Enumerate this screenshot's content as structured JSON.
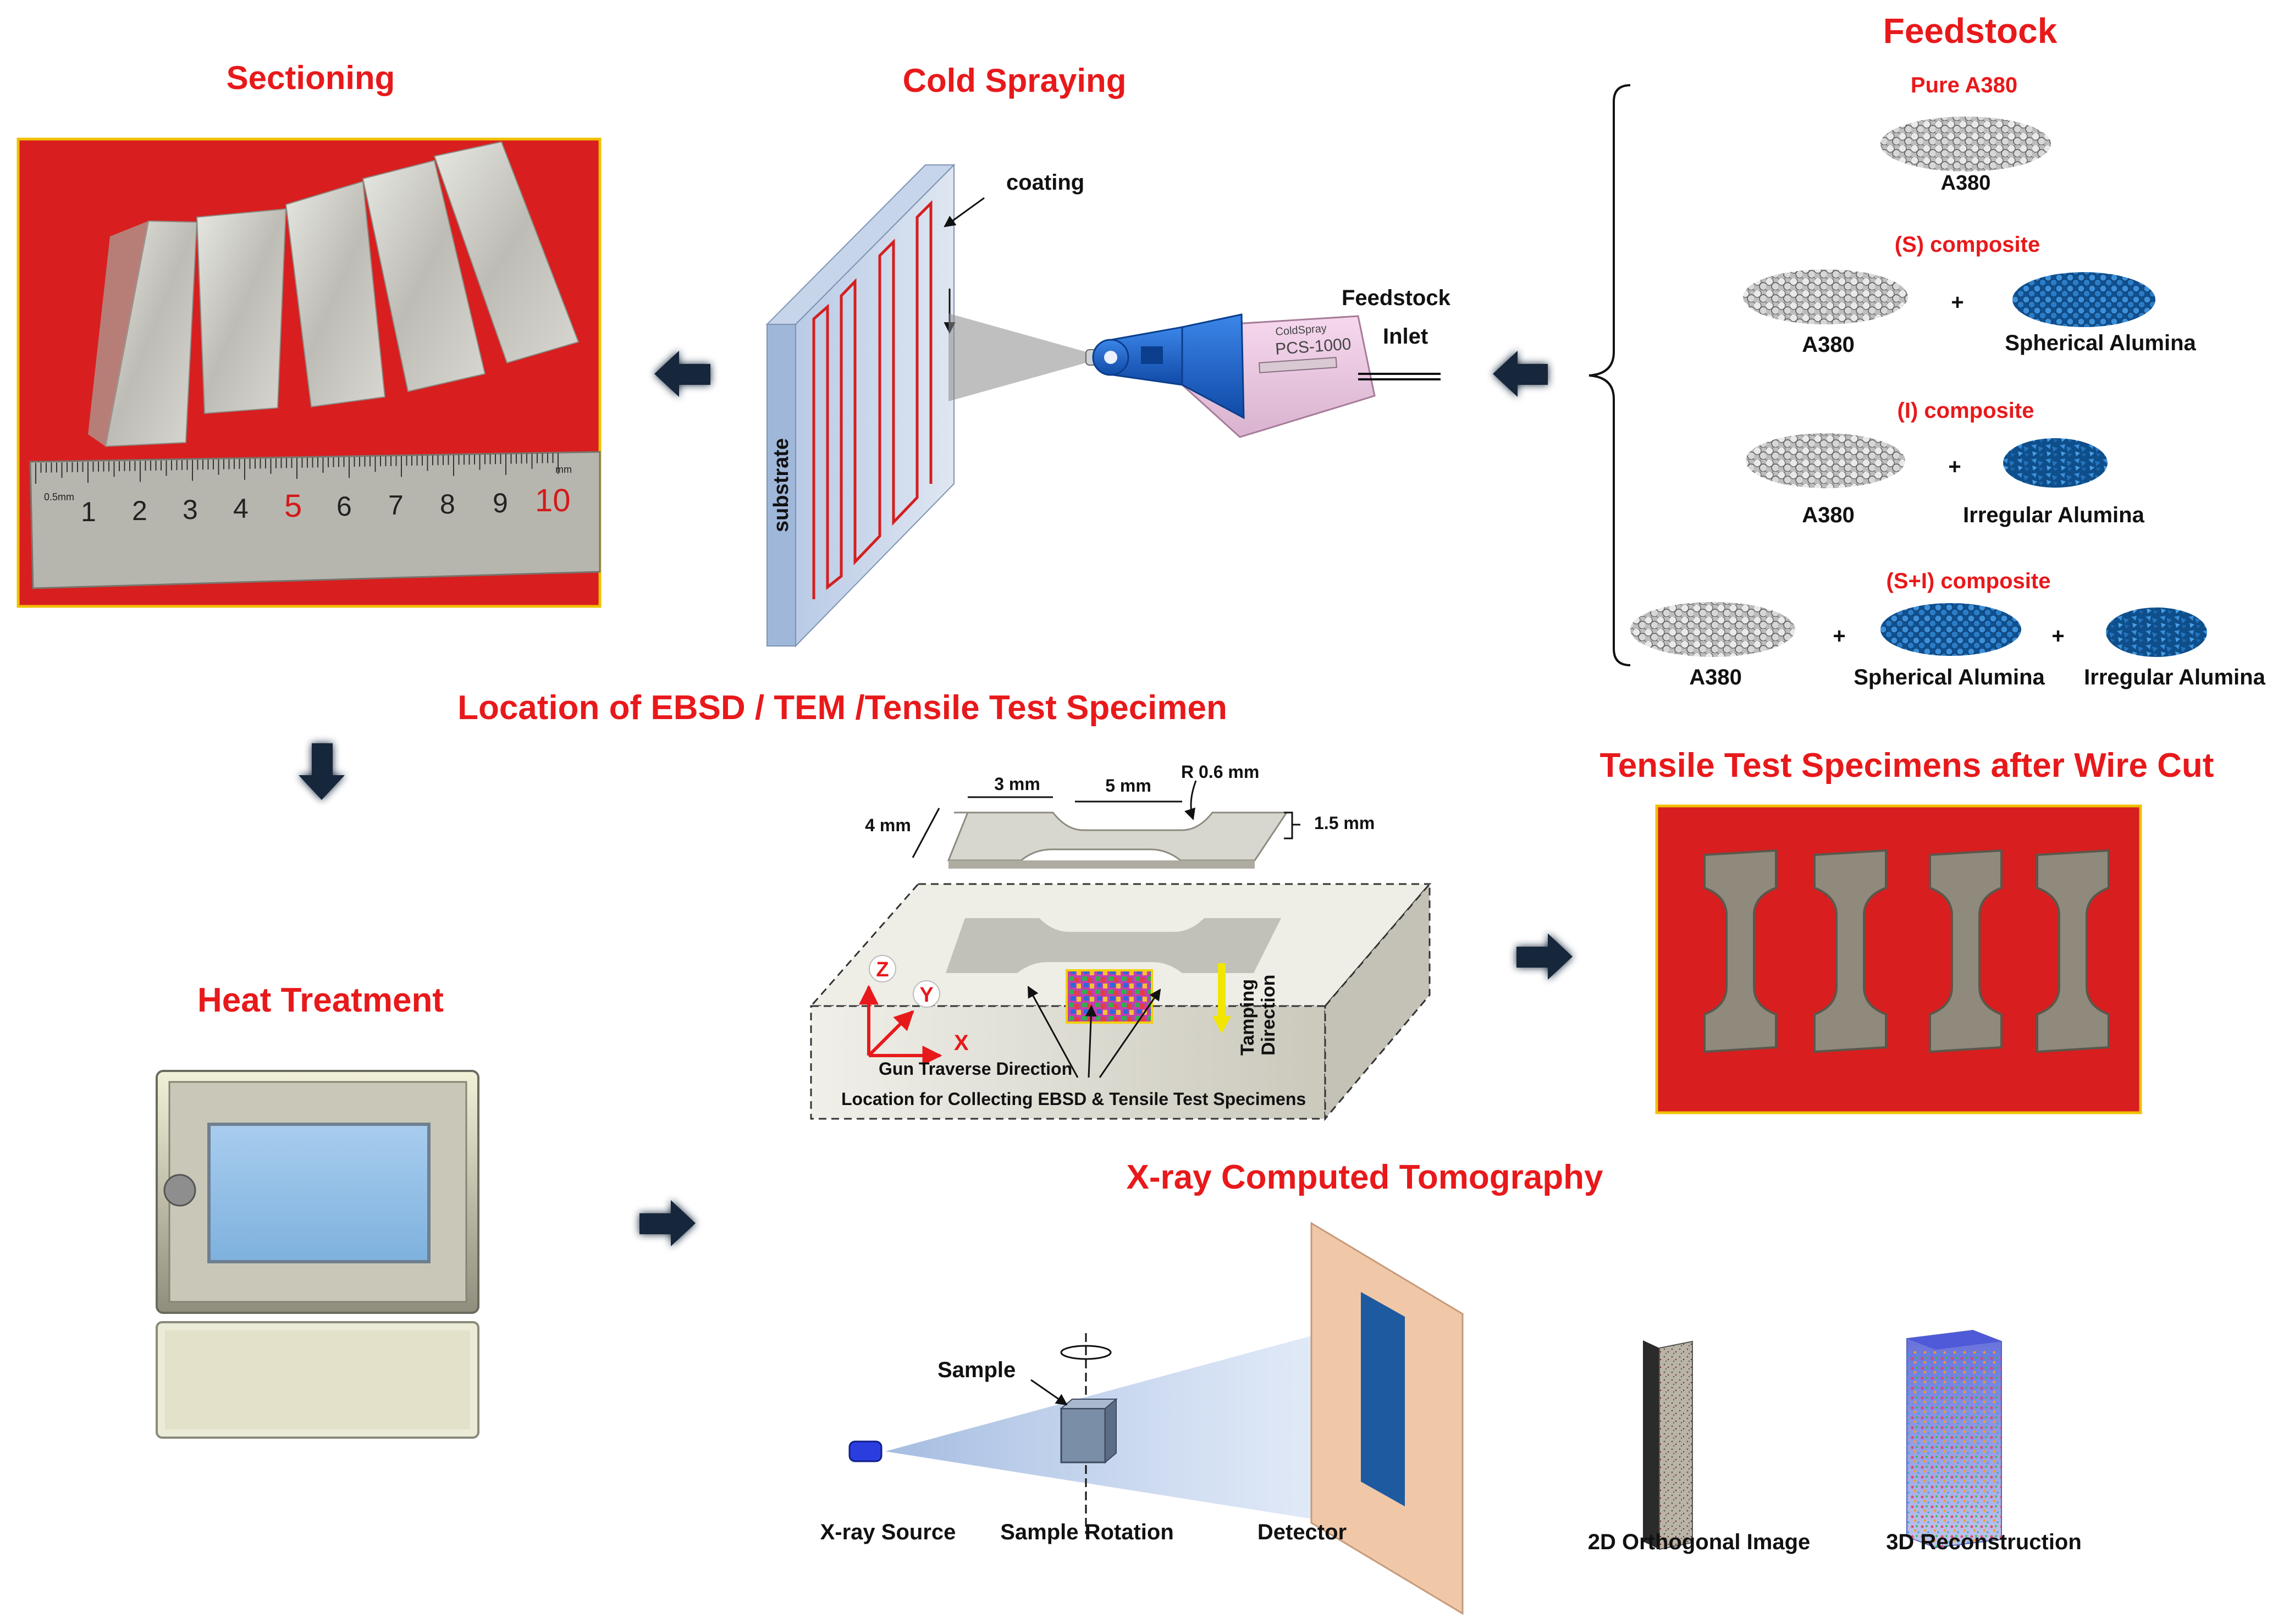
{
  "titles": {
    "sectioning": "Sectioning",
    "cold_spraying": "Cold Spraying",
    "feedstock": "Feedstock",
    "heat_treatment": "Heat Treatment",
    "location": "Location of EBSD / TEM /Tensile Test Specimen",
    "tensile_after_cut": "Tensile Test Specimens after Wire Cut",
    "xct": "X-ray Computed Tomography"
  },
  "cold_spray": {
    "coating": "coating",
    "substrate": "substrate",
    "feedstock_inlet_1": "Feedstock",
    "feedstock_inlet_2": "Inlet",
    "gun_brand": "ColdSpray",
    "gun_model": "PCS-1000"
  },
  "ruler": {
    "unit_left": "0.5mm",
    "unit_right": "mm",
    "numbers": [
      "1",
      "2",
      "3",
      "4",
      "5",
      "6",
      "7",
      "8",
      "9",
      "10"
    ]
  },
  "feedstock": {
    "groups": [
      {
        "title": "Pure A380",
        "labels": [
          "A380"
        ]
      },
      {
        "title": "(S) composite",
        "labels": [
          "A380",
          "Spherical Alumina"
        ]
      },
      {
        "title": "(I) composite",
        "labels": [
          "A380",
          "Irregular Alumina"
        ]
      },
      {
        "title": "(S+I) composite",
        "labels": [
          "A380",
          "Spherical Alumina",
          "Irregular Alumina"
        ]
      }
    ],
    "plus": "+"
  },
  "specimen": {
    "dim_3mm": "3 mm",
    "dim_5mm": "5 mm",
    "dim_r": "R 0.6 mm",
    "dim_4mm": "4 mm",
    "dim_15mm": "1.5 mm",
    "axis_z": "Z",
    "axis_y": "Y",
    "axis_x": "X",
    "gun_traverse": "Gun Traverse Direction",
    "location_collect": "Location for Collecting EBSD & Tensile Test Specimens",
    "tamping_1": "Tamping",
    "tamping_2": "Direction"
  },
  "xct": {
    "sample": "Sample",
    "source": "X-ray Source",
    "rotation": "Sample Rotation",
    "detector": "Detector",
    "ortho": "2D Orthogonal Image",
    "recon": "3D Reconstruction"
  },
  "colors": {
    "title_red": "#e8191b",
    "photo_red": "#d81e1e",
    "gun_blue": "#1a5fc8",
    "alumina_blue": "#1f6fb8",
    "arrow_dark": "#17263a",
    "yellow_arrow": "#f2e600"
  }
}
